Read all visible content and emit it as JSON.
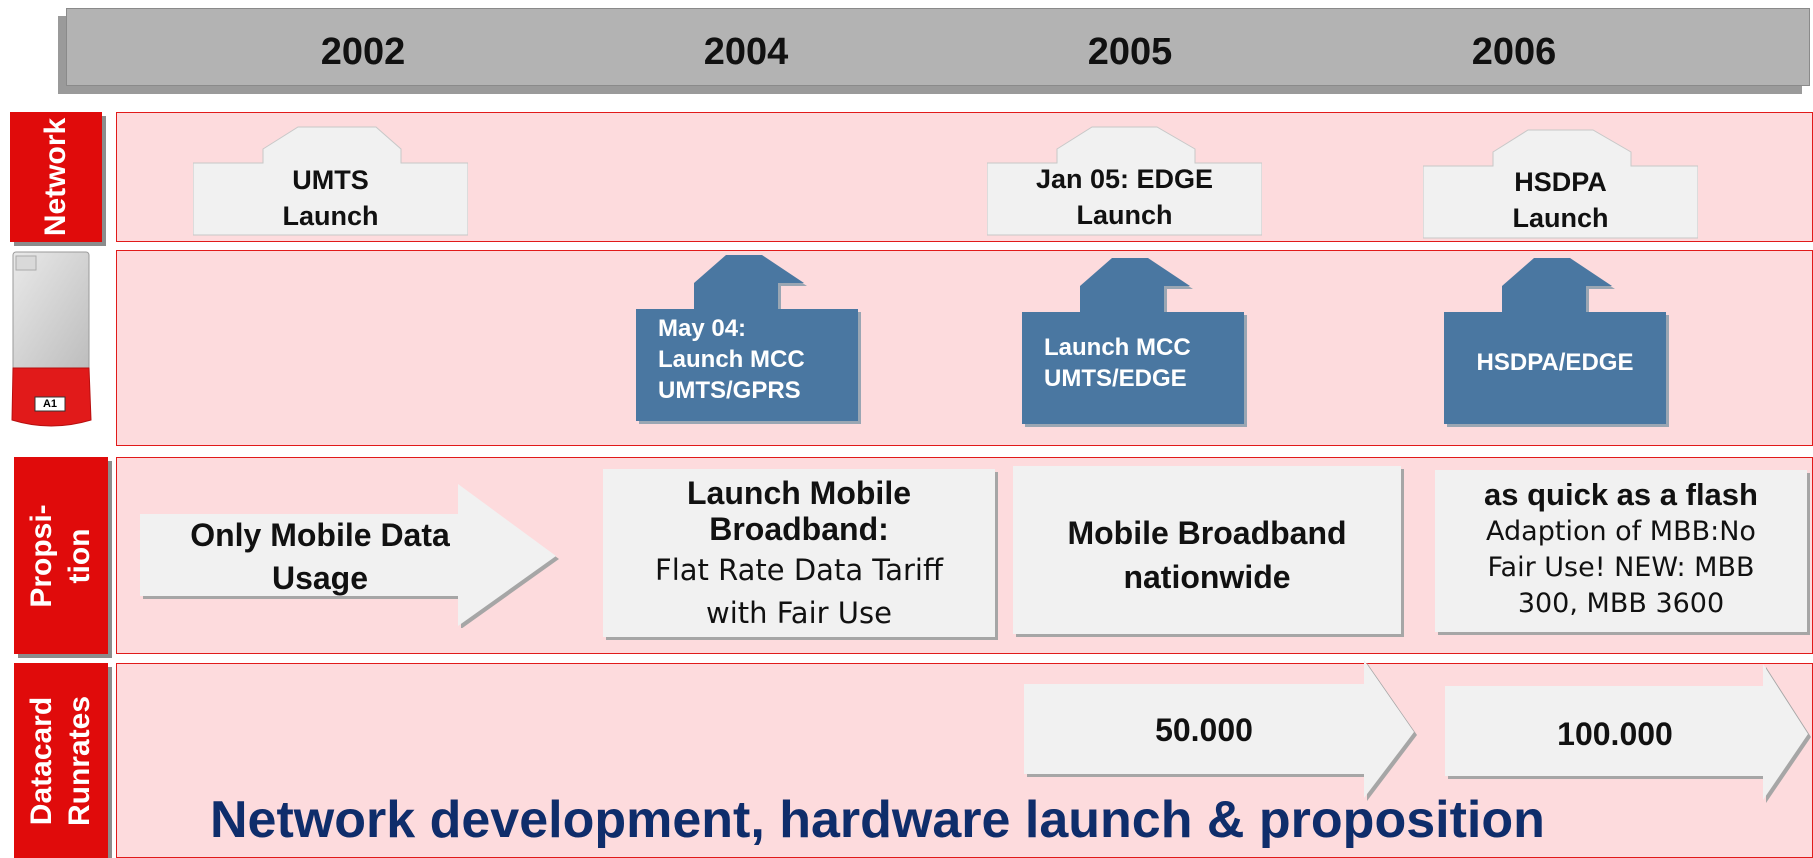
{
  "timeline": {
    "years": [
      "2002",
      "2004",
      "2005",
      "2006"
    ]
  },
  "rows": {
    "network_label": "Network",
    "proposition_label_line1": "Propsi-",
    "proposition_label_line2": "tion",
    "runrates_label_line1": "Datacard",
    "runrates_label_line2": "Runrates"
  },
  "network": {
    "umts_line1": "UMTS",
    "umts_line2": "Launch",
    "edge_line1": "Jan 05: EDGE",
    "edge_line2": "Launch",
    "hsdpa_line1": "HSDPA",
    "hsdpa_line2": "Launch"
  },
  "hardware": {
    "datacard_brand": "A1",
    "mcc_umts_gprs_line1": "May 04:",
    "mcc_umts_gprs_line2": "Launch MCC",
    "mcc_umts_gprs_line3": "UMTS/GPRS",
    "mcc_umts_edge_line1": "Launch MCC",
    "mcc_umts_edge_line2": "UMTS/EDGE",
    "hsdpa_edge": "HSDPA/EDGE"
  },
  "proposition": {
    "only_mobile_line1": "Only Mobile Data",
    "only_mobile_line2": "Usage",
    "launch_mbb_title_line1": "Launch Mobile",
    "launch_mbb_title_line2": "Broadband:",
    "launch_mbb_desc_line1": "Flat Rate Data Tariff",
    "launch_mbb_desc_line2": "with Fair Use",
    "nationwide_line1": "Mobile Broadband",
    "nationwide_line2": "nationwide",
    "flash_title": "as quick as a flash",
    "flash_desc_line1": "Adaption of MBB:No",
    "flash_desc_line2": "Fair Use! NEW: MBB",
    "flash_desc_line3": "300, MBB 3600"
  },
  "runrates": {
    "value_2005": "50.000",
    "value_2006": "100.000"
  },
  "slide_title": "Network development, hardware launch & proposition",
  "colors": {
    "row_fill": "#fddbdd",
    "row_border": "#e11a1a",
    "side_label": "#e00b0b",
    "blue_arrow": "#4a77a1",
    "title": "#0f2d6b"
  }
}
